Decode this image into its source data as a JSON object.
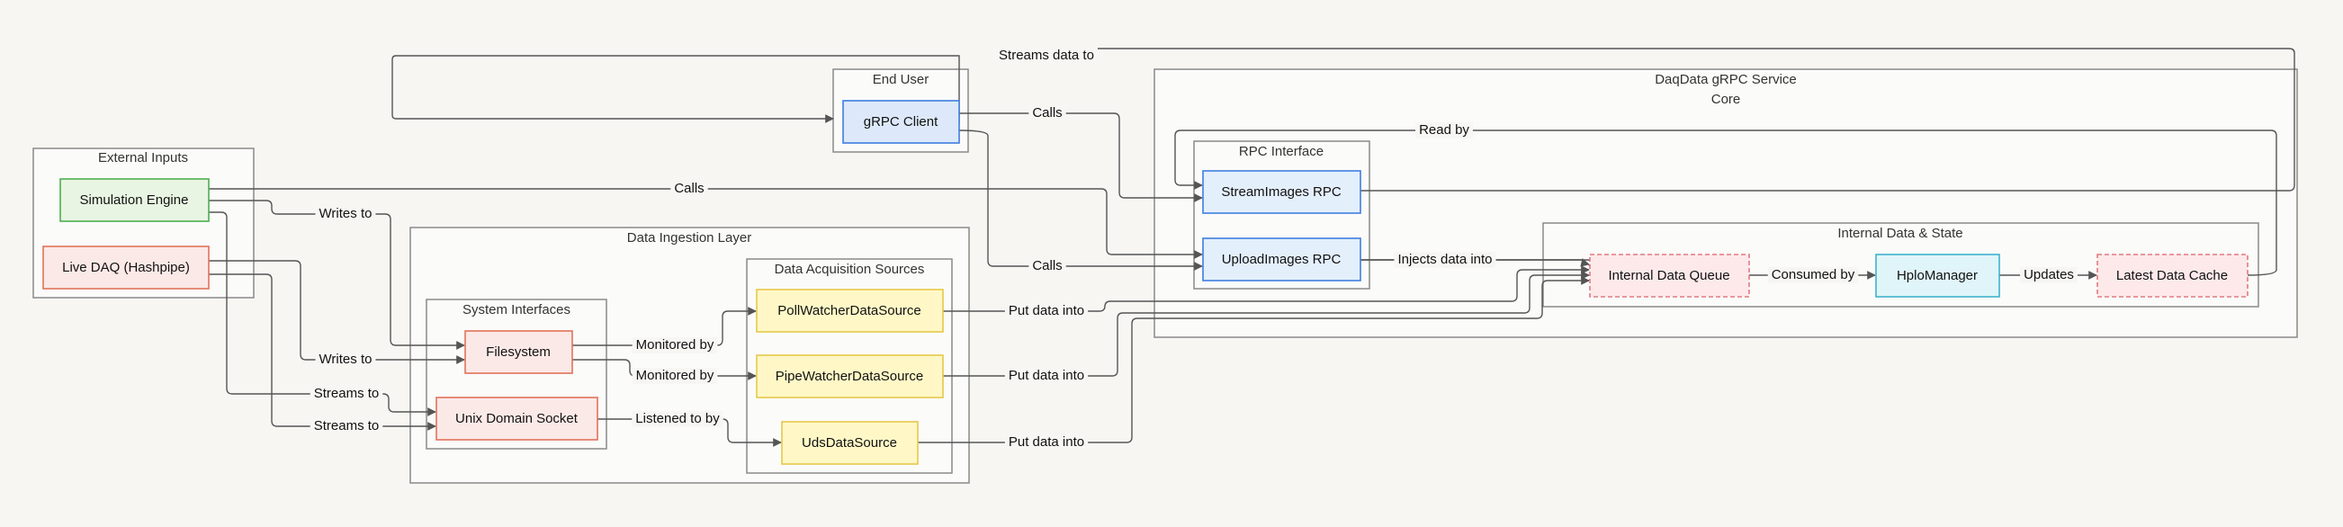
{
  "clusters": {
    "external_inputs": "External Inputs",
    "end_user": "End User",
    "daqdata_service": "DaqData gRPC Service",
    "core": "Core",
    "rpc_interface": "RPC Interface",
    "internal_state": "Internal Data & State",
    "ingestion_layer": "Data Ingestion Layer",
    "system_interfaces": "System Interfaces",
    "acquisition_sources": "Data Acquisition Sources"
  },
  "nodes": {
    "simulation_engine": "Simulation Engine",
    "live_daq": "Live DAQ (Hashpipe)",
    "grpc_client": "gRPC Client",
    "stream_images_rpc": "StreamImages RPC",
    "upload_images_rpc": "UploadImages RPC",
    "internal_data_queue": "Internal Data Queue",
    "hplo_manager": "HploManager",
    "latest_data_cache": "Latest Data Cache",
    "filesystem": "Filesystem",
    "unix_domain_socket": "Unix Domain Socket",
    "poll_watcher": "PollWatcherDataSource",
    "pipe_watcher": "PipeWatcherDataSource",
    "uds_source": "UdsDataSource"
  },
  "edges": {
    "streams_data_to": "Streams data to",
    "calls_client_stream": "Calls",
    "calls_client_upload": "Calls",
    "calls_sim": "Calls",
    "read_by": "Read by",
    "writes_to_sim": "Writes to",
    "writes_to_daq": "Writes to",
    "streams_to_sim": "Streams to",
    "streams_to_daq": "Streams to",
    "injects_data_into": "Injects data into",
    "consumed_by": "Consumed by",
    "updates": "Updates",
    "monitored_by_poll": "Monitored by",
    "monitored_by_pipe": "Monitored by",
    "listened_to_by": "Listened to by",
    "put_data_into_poll": "Put data into",
    "put_data_into_pipe": "Put data into",
    "put_data_into_uds": "Put data into"
  },
  "colors": {
    "green_fill": "#e8f5e2",
    "green_stroke": "#4caf50",
    "red_fill": "#fbe9e7",
    "red_stroke": "#e2725b",
    "blue_fill": "#dde9fa",
    "blue_stroke": "#3f7de0",
    "yellow_fill": "#fff8c6",
    "yellow_stroke": "#e6c84a",
    "cyan_fill": "#e0f5fa",
    "cyan_stroke": "#3fb2cc",
    "pink_fill": "#fde9ea",
    "pink_stroke": "#e07a80"
  }
}
